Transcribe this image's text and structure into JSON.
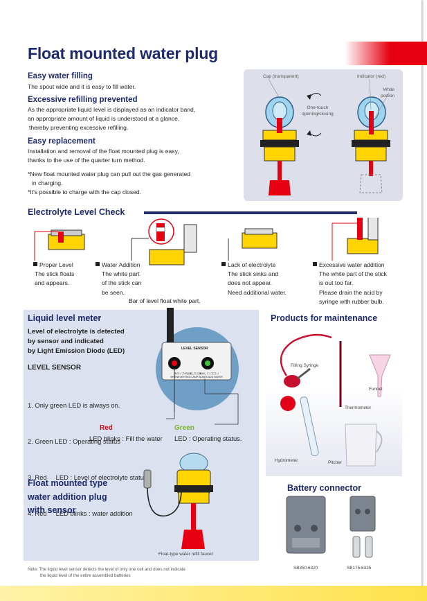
{
  "title": "Float mounted water plug",
  "features": [
    {
      "heading": "Easy water filling",
      "lines": [
        "The spout wide and it is easy to fill water."
      ]
    },
    {
      "heading": "Excessive refilling prevented",
      "lines": [
        "As the appropriate liquid level is displayed as an indicator band,",
        "an appropriate amount of liquid is understood at a glance,",
        "thereby preventing excessive refilling."
      ]
    },
    {
      "heading": "Easy replacement",
      "lines": [
        "Installation and removal of the float mounted plug is easy,",
        "thanks to the use of the quarter turn method."
      ]
    }
  ],
  "notes": [
    "New float mounted water plug can pull out the gas generated",
    "in charging.",
    "It's possible to charge with the cap closed."
  ],
  "plug_diagram": {
    "cap_label": "Cap (transparent)",
    "indicator_label": "Indicator (red)",
    "white_portion_label": [
      "White",
      "portion"
    ],
    "onetouch_label": [
      "One-touch",
      "opening/closing"
    ]
  },
  "electrolyte": {
    "title": "Electrolyte Level Check",
    "items": [
      {
        "heading": "Proper Level",
        "lines": [
          "The stick floats",
          "and appears."
        ]
      },
      {
        "heading": "Water Addition",
        "lines": [
          "The white part",
          "of the stick can",
          "be seen."
        ]
      },
      {
        "heading": "Lack of electrolyte",
        "lines": [
          "The stick sinks and",
          "does not appear.",
          "Need additional water."
        ]
      },
      {
        "heading": "Excessive water addition",
        "lines": [
          "The white part of the stick",
          "is out too far.",
          "Please drain the acid by",
          "syringe with rubber bulb."
        ]
      }
    ],
    "bar_caption": "Bar of level float white part."
  },
  "liquid": {
    "title": "Liquid level meter",
    "desc": [
      "Level of electrolyte is detected",
      "by sensor and indicated",
      "by Light Emission Diode (LED)"
    ],
    "sensor_title": "LEVEL SENSOR",
    "sensor_list": [
      "1. Only green LED is always on.",
      "2. Green LED : Operating status",
      "3. Red     LED : Level of electrolyte status",
      "4. Red     LED blinks : water addition"
    ],
    "red_label": "Red",
    "red_desc": "LED blinks : Fill the water",
    "green_label": "Green",
    "green_desc": "LED : Operating status.",
    "device_title": "LEVEL SENSOR",
    "device_lines": [
      "赤ランプが点滅したら補水してください",
      "WHENEVER RED LAMP BLINKS ADD WATER"
    ],
    "float_title": [
      "Float mounted type",
      "water addition plug",
      "with sensor"
    ],
    "float_caption": "Float-type water refill faucet",
    "note": [
      "Note: The liquid level sensor detects the level of only one cell and does not indicate",
      "the liquid level of the entire assembled batteries"
    ]
  },
  "maintenance": {
    "title": "Products for maintenance",
    "labels": {
      "syringe": "Filling Syringe",
      "funnel": "Funnel",
      "thermometer": "Thermometer",
      "hydrometer": "Hydrometer",
      "pitcher": "Pitcher"
    }
  },
  "connector": {
    "title": "Battery connector",
    "items": [
      "SB350.6320",
      "SB175.6325"
    ]
  },
  "colors": {
    "navy": "#1d2a6c",
    "red": "#e60012",
    "yellow": "#ffd400",
    "green": "#7ab42c"
  }
}
